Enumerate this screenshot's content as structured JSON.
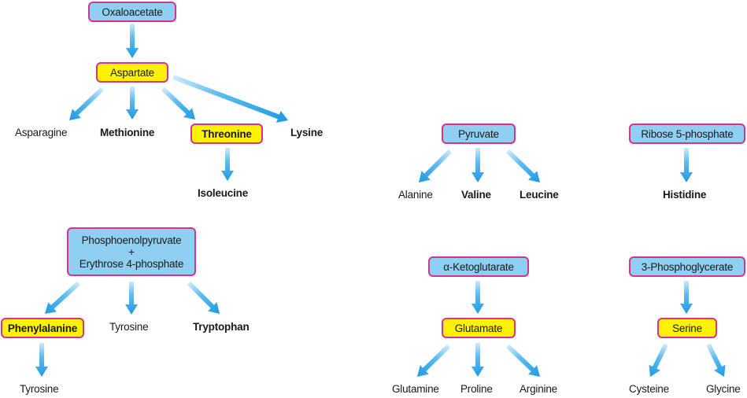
{
  "colors": {
    "precursor_fill": "#8fcff2",
    "intermediate_fill": "#fff200",
    "border": "#d6338f",
    "arrow": "#2aa3e6"
  },
  "oxaloacetate_family": {
    "source": "Oxaloacetate",
    "intermediate": "Aspartate",
    "products": {
      "asparagine": "Asparagine",
      "methionine": "Methionine",
      "threonine": "Threonine",
      "lysine": "Lysine"
    },
    "threonine_product": "Isoleucine"
  },
  "pyruvate_family": {
    "source": "Pyruvate",
    "products": {
      "alanine": "Alanine",
      "valine": "Valine",
      "leucine": "Leucine"
    }
  },
  "ribose_family": {
    "source": "Ribose 5-phosphate",
    "product": "Histidine"
  },
  "aromatic_family": {
    "source_line1": "Phosphoenolpyruvate",
    "source_plus": "+",
    "source_line2": "Erythrose 4-phosphate",
    "products": {
      "phenylalanine": "Phenylalanine",
      "tyrosine": "Tyrosine",
      "tryptophan": "Tryptophan"
    },
    "phenylalanine_product": "Tyrosine"
  },
  "ketoglutarate_family": {
    "source": "α-Ketoglutarate",
    "intermediate": "Glutamate",
    "products": {
      "glutamine": "Glutamine",
      "proline": "Proline",
      "arginine": "Arginine"
    }
  },
  "phosphoglycerate_family": {
    "source": "3-Phosphoglycerate",
    "intermediate": "Serine",
    "products": {
      "cysteine": "Cysteine",
      "glycine": "Glycine"
    }
  }
}
